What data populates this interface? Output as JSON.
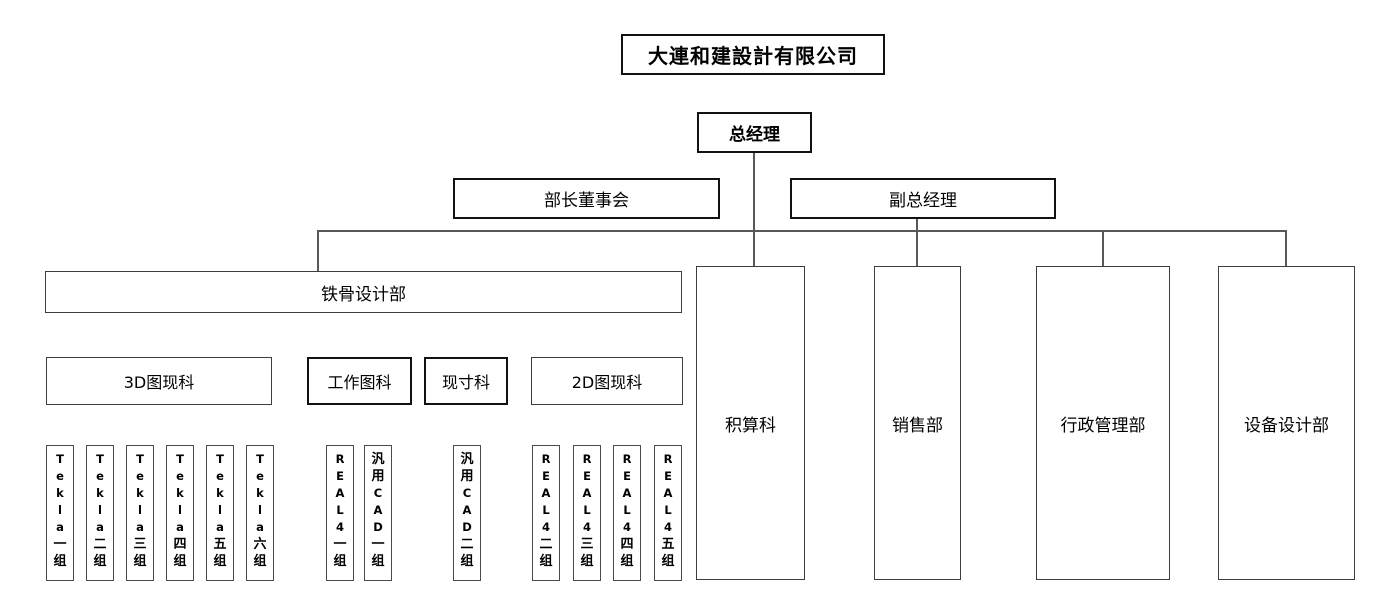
{
  "colors": {
    "background": "#ffffff",
    "box_border": "#3d3d3d",
    "strong_border": "#121212",
    "connector_line": "#585858",
    "text": "#000000"
  },
  "org_chart": {
    "company": "大連和建設計有限公司",
    "general_manager": "总经理",
    "board_of_directors": "部长董事会",
    "deputy_general_manager": "副总经理",
    "steel_design_dept": "铁骨设计部",
    "sections": [
      "3D图现科",
      "工作图科",
      "现寸科",
      "2D图现科"
    ],
    "teams_3d": [
      "Tekla一组",
      "Tekla二组",
      "Tekla三组",
      "Tekla四组",
      "Tekla五组",
      "Tekla六组"
    ],
    "teams_working": [
      "REAL4一组",
      "汎用CAD一组"
    ],
    "teams_fullscale": [
      "汎用CAD二组"
    ],
    "teams_2d": [
      "REAL4二组",
      "REAL4三组",
      "REAL4四组",
      "REAL4五组"
    ],
    "departments": [
      "积算科",
      "销售部",
      "行政管理部",
      "设备设计部"
    ]
  }
}
